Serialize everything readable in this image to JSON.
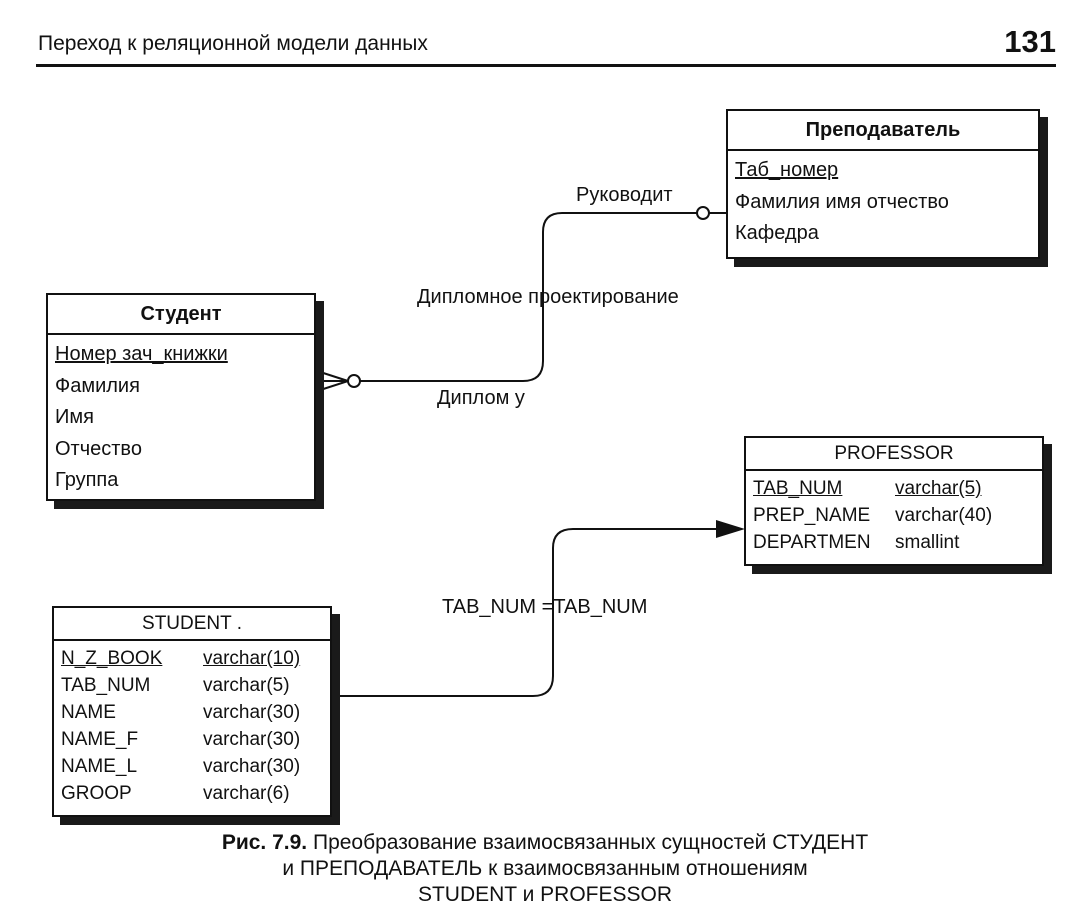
{
  "header": {
    "title": "Переход к реляционной модели данных",
    "page_number": "131"
  },
  "entities": {
    "teacher": {
      "title": "Преподаватель",
      "attributes": [
        "Таб_номер",
        "Фамилия имя отчество",
        "Кафедра"
      ]
    },
    "student": {
      "title": "Студент",
      "attributes": [
        "Номер зач_книжки",
        "Фамилия",
        "Имя",
        "Отчество",
        "Группа"
      ]
    }
  },
  "relationship": {
    "name": "Дипломное проектирование",
    "verb_phrase": "Руководит",
    "inverse_phrase": "Диплом у"
  },
  "tables": {
    "professor": {
      "title": "PROFESSOR",
      "rows": [
        {
          "name": "TAB_NUM",
          "type": "varchar(5)"
        },
        {
          "name": "PREP_NAME",
          "type": "varchar(40)"
        },
        {
          "name": "DEPARTMEN",
          "type": "smallint"
        }
      ]
    },
    "student": {
      "title": "STUDENT .",
      "rows": [
        {
          "name": "N_Z_BOOK",
          "type": "varchar(10)"
        },
        {
          "name": "TAB_NUM",
          "type": "varchar(5)"
        },
        {
          "name": "NAME",
          "type": "varchar(30)"
        },
        {
          "name": "NAME_F",
          "type": "varchar(30)"
        },
        {
          "name": "NAME_L",
          "type": "varchar(30)"
        },
        {
          "name": "GROOP",
          "type": "varchar(6)"
        }
      ]
    }
  },
  "foreign_key_label": "TAB_NUM =TAB_NUM",
  "caption": {
    "label": "Рис. 7.9.",
    "line1": "Преобразование взаимосвязанных сущностей СТУДЕНТ",
    "line2": "и ПРЕПОДАВАТЕЛЬ к взаимосвязанным отношениям",
    "line3": "STUDENT и PROFESSOR"
  }
}
